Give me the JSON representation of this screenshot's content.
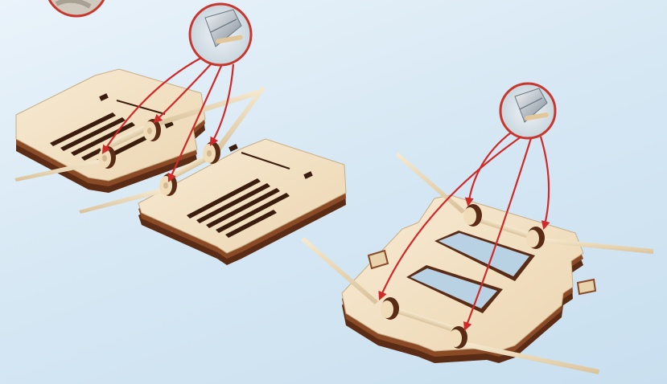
{
  "diagram": {
    "step_type": "assembly-instruction",
    "tool_icon": "utility-knife-icon",
    "colors": {
      "background_light": "#eaf3fa",
      "background_dark": "#c9dfef",
      "plywood_face": "#f3e3c8",
      "plywood_edge": "#6e3a1f",
      "plywood_edge_dark": "#4a2412",
      "skewer": "#ecdcbc",
      "callout_ring": "#c8372d",
      "arrow": "#cf2a2a"
    },
    "panels": [
      {
        "name": "left-flat-panel",
        "slots": 5
      },
      {
        "name": "middle-flat-panel",
        "slots": 5
      },
      {
        "name": "right-frame-panel",
        "openings": 2
      }
    ],
    "callouts": [
      {
        "name": "trim-callout-left",
        "arrows": 4
      },
      {
        "name": "trim-callout-right",
        "arrows": 4
      }
    ]
  }
}
